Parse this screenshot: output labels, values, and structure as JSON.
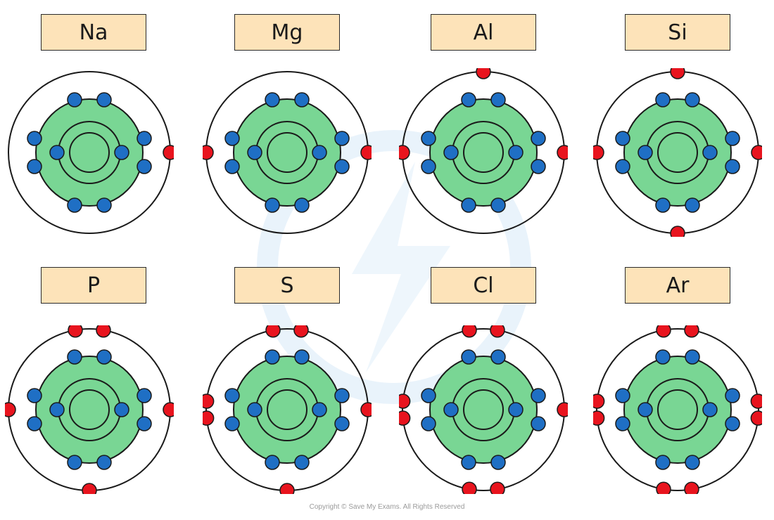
{
  "colors": {
    "nucleus": "#79d694",
    "inner_shell_electron": "#1f6fc4",
    "outer_shell_electron": "#e8141e",
    "label_bg": "#fde3b9",
    "stroke": "#1a1a1a"
  },
  "elements": [
    {
      "symbol": "Na",
      "shells": [
        2,
        8,
        1
      ]
    },
    {
      "symbol": "Mg",
      "shells": [
        2,
        8,
        2
      ]
    },
    {
      "symbol": "Al",
      "shells": [
        2,
        8,
        3
      ]
    },
    {
      "symbol": "Si",
      "shells": [
        2,
        8,
        4
      ]
    },
    {
      "symbol": "P",
      "shells": [
        2,
        8,
        5
      ]
    },
    {
      "symbol": "S",
      "shells": [
        2,
        8,
        6
      ]
    },
    {
      "symbol": "Cl",
      "shells": [
        2,
        8,
        7
      ]
    },
    {
      "symbol": "Ar",
      "shells": [
        2,
        8,
        8
      ]
    }
  ],
  "copyright": "Copyright © Save My Exams. All Rights Reserved"
}
